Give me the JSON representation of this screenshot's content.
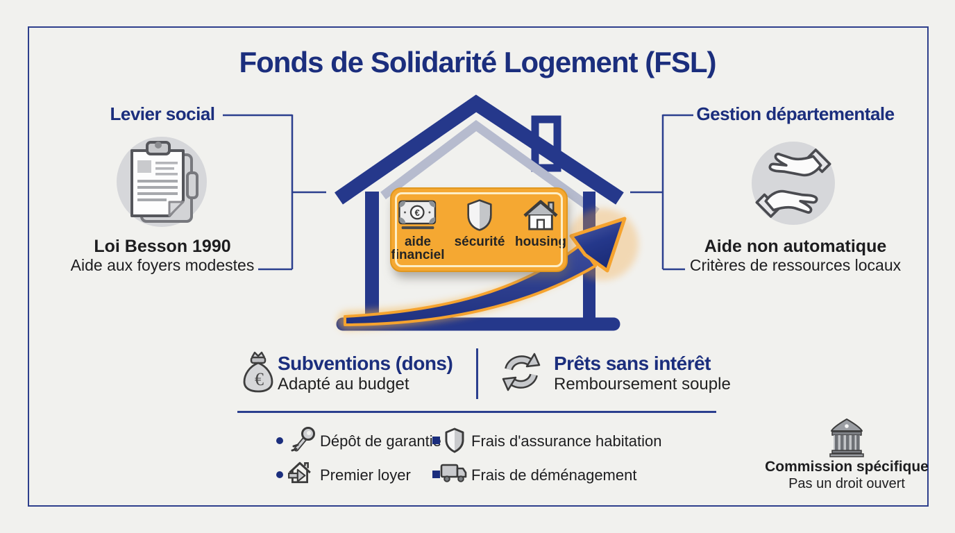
{
  "title": "Fonds de Solidarité Logement (FSL)",
  "left_branch": {
    "heading": "Levier social",
    "icon": "clipboard-icon",
    "line1": "Loi Besson 1990",
    "line2": "Aide aux foyers modestes"
  },
  "right_branch": {
    "heading": "Gestion départementale",
    "icon": "helping-hands-icon",
    "line1": "Aide non automatique",
    "line2": "Critères de ressources locaux"
  },
  "house_panel": {
    "items": [
      {
        "icon": "banknote-euro-icon",
        "label": "aide financiel"
      },
      {
        "icon": "shield-icon",
        "label": "sécurité"
      },
      {
        "icon": "house-icon",
        "label": "housing"
      }
    ]
  },
  "aid_types": [
    {
      "icon": "money-bag-euro-icon",
      "title": "Subventions (dons)",
      "subtitle": "Adapté au budget"
    },
    {
      "icon": "cycle-arrows-icon",
      "title": "Prêts sans intérêt",
      "subtitle": "Remboursement souple"
    }
  ],
  "covered_costs": [
    {
      "icon": "key-icon",
      "bullet": "dot",
      "label": "Dépôt de garantie"
    },
    {
      "icon": "house-arrow-icon",
      "bullet": "dot",
      "label": "Premier loyer"
    },
    {
      "icon": "shield-small-icon",
      "bullet": "square",
      "label": "Frais d'assurance habitation"
    },
    {
      "icon": "truck-icon",
      "bullet": "square",
      "label": "Frais de déménagement"
    }
  ],
  "commission": {
    "icon": "bank-icon",
    "title": "Commission spécifique",
    "subtitle": "Pas un droit ouvert"
  },
  "colors": {
    "navy": "#1b2e7d",
    "house_navy": "#25388b",
    "orange": "#f5a832",
    "background": "#f1f1ee",
    "icon_gray": "#d6d7da",
    "text_dark": "#1d1d1f"
  }
}
